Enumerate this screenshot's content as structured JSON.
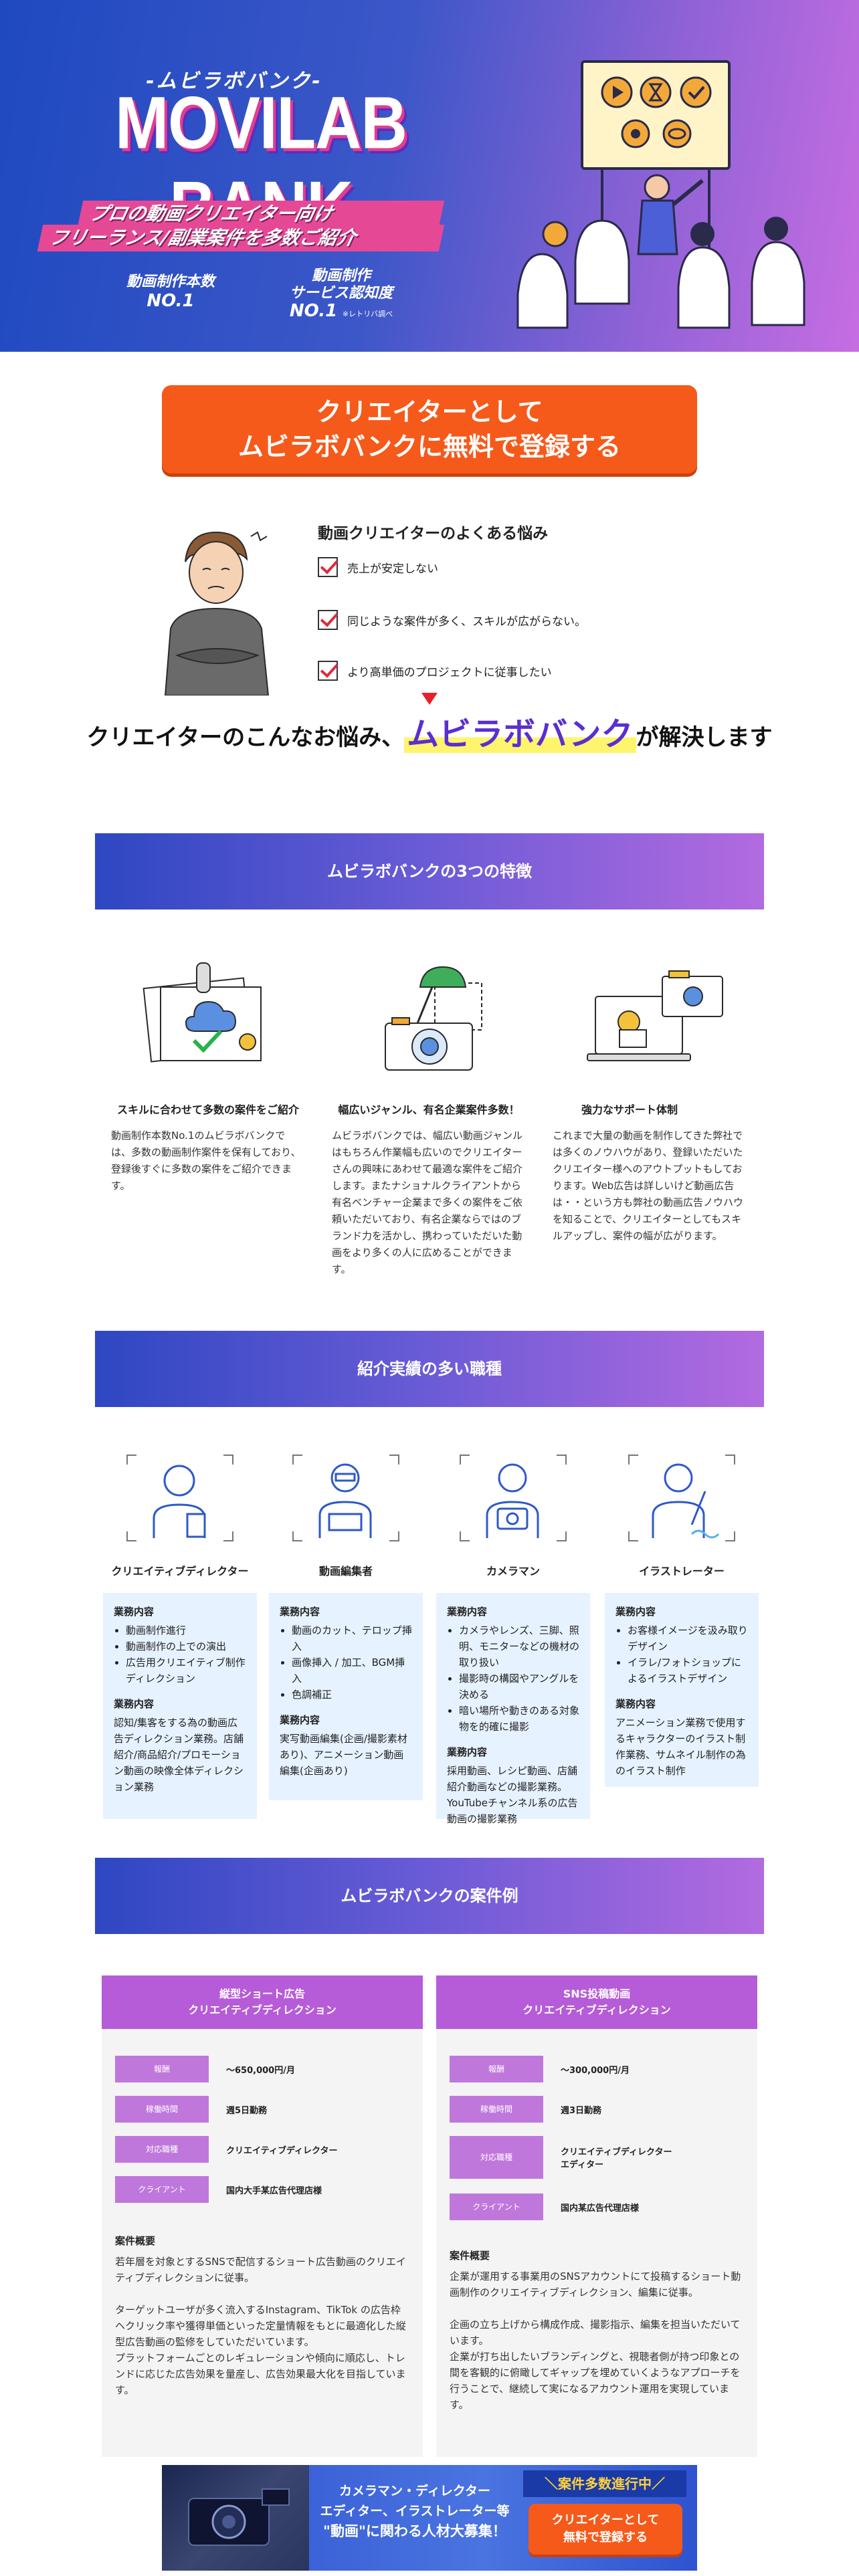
{
  "hero": {
    "subtitle": "-ムビラボバンク-",
    "title": "MOVILAB BANK",
    "ribbon_line1": "プロの動画クリエイター向け",
    "ribbon_line2": "フリーランス/副業案件を多数ご紹介",
    "stat1_label": "動画制作本数",
    "stat1_value": "NO.1",
    "stat2_label1": "動画制作",
    "stat2_label2": "サービス認知度",
    "stat2_value": "NO.1",
    "stat2_note": "※レトリバ調べ"
  },
  "cta": {
    "line1": "クリエイターとして",
    "line2": "ムビラボバンクに無料で登録する"
  },
  "worries": {
    "title": "動画クリエイターのよくある悩み",
    "items": [
      "売上が安定しない",
      "同じような案件が多く、スキルが広がらない。",
      "より高単価のプロジェクトに従事したい"
    ]
  },
  "solve": {
    "before": "クリエイターのこんなお悩み、",
    "brand": "ムビラボバンク",
    "after": "が解決します"
  },
  "features": {
    "banner": "ムビラボバンクの3つの特徴",
    "items": [
      {
        "title": "スキルに合わせて多数の案件をご紹介",
        "body": "動画制作本数No.1のムビラボバンクでは、多数の動画制作案件を保有しており、登録後すぐに多数の案件をご紹介できます。"
      },
      {
        "title": "幅広いジャンル、有名企業案件多数！",
        "body": "ムビラボバンクでは、幅広い動画ジャンルはもちろん作業幅も広いのでクリエイターさんの興味にあわせて最適な案件をご紹介します。またナショナルクライアントから有名ベンチャー企業まで多くの案件をご依頼いただいており、有名企業ならではのブランド力を活かし、携わっていただいた動画をより多くの人に広めることができます。"
      },
      {
        "title": "強力なサポート体制",
        "body": "これまで大量の動画を制作してきた弊社では多くのノウハウがあり、登録いただいたクリエイター様へのアウトプットもしております。Web広告は詳しいけど動画広告は・・という方も弊社の動画広告ノウハウを知ることで、クリエイターとしてもスキルアップし、案件の幅が広がります。"
      }
    ]
  },
  "jobs": {
    "banner": "紹介実績の多い職種",
    "items": [
      {
        "name": "クリエイティブディレクター",
        "h1": "業務内容",
        "list": [
          "動画制作進行",
          "動画制作の上での演出",
          "広告用クリエイティブ制作ディレクション"
        ],
        "h2": "業務内容",
        "text": "認知/集客をする為の動画広告ディレクション業務。店舗紹介/商品紹介/プロモーション動画の映像全体ディレクション業務"
      },
      {
        "name": "動画編集者",
        "h1": "業務内容",
        "list": [
          "動画のカット、テロップ挿入",
          "画像挿入 / 加工、BGM挿入",
          "色調補正"
        ],
        "h2": "業務内容",
        "text": "実写動画編集(企画/撮影素材あり)、アニメーション動画編集(企画あり)"
      },
      {
        "name": "カメラマン",
        "h1": "業務内容",
        "list": [
          "カメラやレンズ、三脚、照明、モニターなどの機材の取り扱い",
          "撮影時の構図やアングルを決める",
          "暗い場所や動きのある対象物を的確に撮影"
        ],
        "h2": "業務内容",
        "text": "採用動画、レシピ動画、店舗紹介動画などの撮影業務。YouTubeチャンネル系の広告動画の撮影業務"
      },
      {
        "name": "イラストレーター",
        "h1": "業務内容",
        "list": [
          "お客様イメージを汲み取りデザイン",
          "イラレ/フォトショップによるイラストデザイン"
        ],
        "h2": "業務内容",
        "text": "アニメーション業務で使用するキャラクターのイラスト制作業務、サムネイル制作の為のイラスト制作"
      }
    ]
  },
  "cases": {
    "banner": "ムビラボバンクの案件例",
    "labels": {
      "reward": "報酬",
      "hours": "稼働時間",
      "role": "対応職種",
      "client": "クライアント",
      "summary": "案件概要"
    },
    "items": [
      {
        "title1": "縦型ショート広告",
        "title2": "クリエイティブディレクション",
        "reward": "〜650,000円/月",
        "hours": "週5日勤務",
        "role": "クリエイティブディレクター",
        "client": "国内大手某広告代理店様",
        "summary": "若年層を対象とするSNSで配信するショート広告動画のクリエイティブディレクションに従事。\n\nターゲットユーザが多く流入するInstagram、TikTok の広告枠ヘクリック率や獲得単価といった定量情報をもとに最適化した縦型広告動画の監修をしていただいています。\nプラットフォームごとのレギュレーションや傾向に順応し、トレンドに応じた広告効果を量産し、広告効果最大化を目指しています。"
      },
      {
        "title1": "SNS投稿動画",
        "title2": "クリエイティブディレクション",
        "reward": "〜300,000円/月",
        "hours": "週3日勤務",
        "role": "クリエイティブディレクター\nエディター",
        "client": "国内某広告代理店様",
        "summary": "企業が運用する事業用のSNSアカウントにて投稿するショート動画制作のクリエイティブディレクション、編集に従事。\n\n企画の立ち上げから構成作成、撮影指示、編集を担当いただいています。\n企業が打ち出したいブランディングと、視聴者側が持つ印象との間を客観的に俯瞰してギャップを埋めていくようなアプローチを行うことで、継続して実になるアカウント運用を実現しています。"
      }
    ]
  },
  "sticky": {
    "line1": "カメラマン・ディレクター",
    "line2": "エディター、イラストレーター等",
    "line3": "\"動画\"に関わる人材大募集！",
    "badge": "＼案件多数進行中／",
    "btn1": "クリエイターとして",
    "btn2": "無料で登録する"
  }
}
